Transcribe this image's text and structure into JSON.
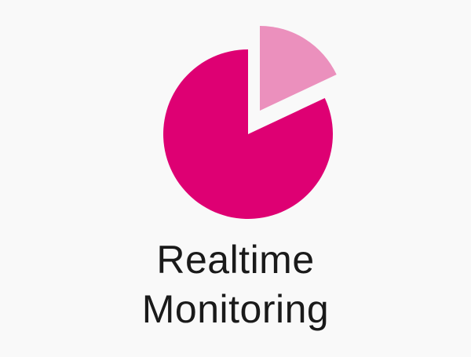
{
  "feature": {
    "icon": "pie-chart-icon",
    "line1": "Realtime",
    "line2": "Monitoring"
  },
  "colors": {
    "background": "#f9f9f9",
    "main_slice": "#de0073",
    "exploded_slice": "#eb90bd",
    "text": "#1a1a1a"
  },
  "pie": {
    "exploded_fraction": 0.18
  }
}
